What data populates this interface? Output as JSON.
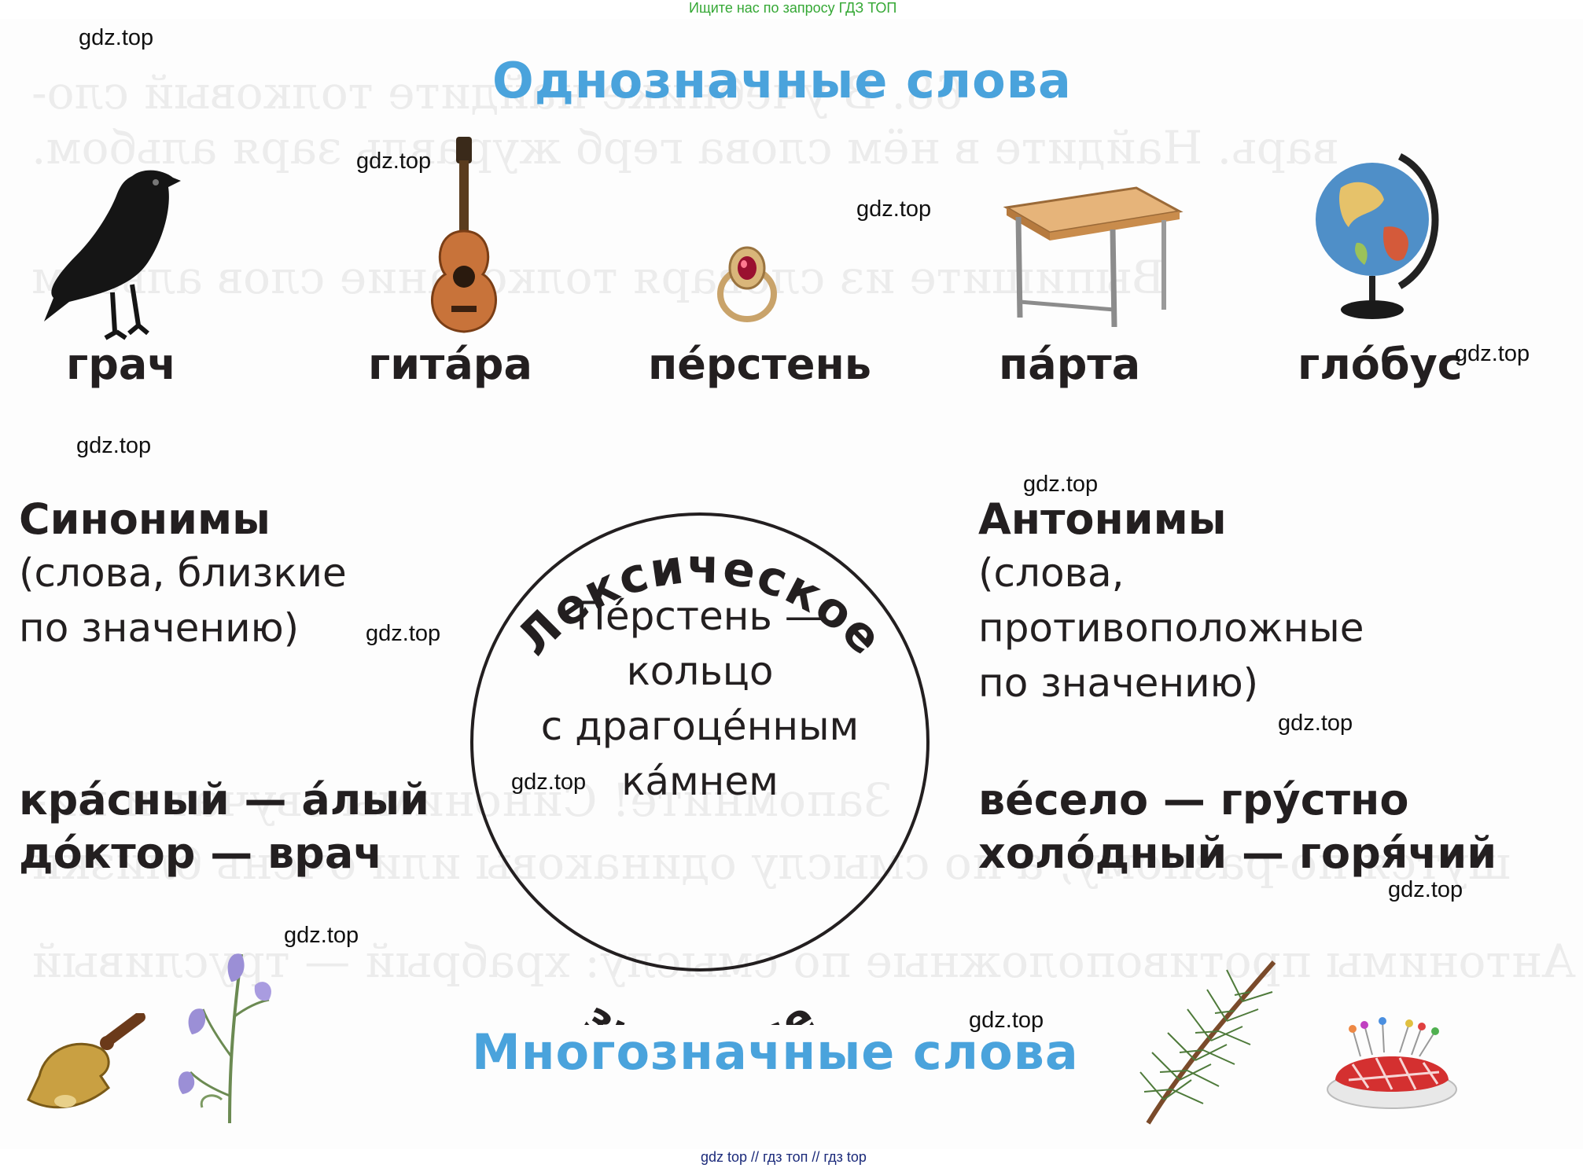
{
  "top_note": "Ищите нас по запросу ГДЗ ТОП",
  "bottom_note": "gdz top // гдз топ // гдз top",
  "watermark": "gdz.top",
  "monosemantic_heading": "Однозначные слова",
  "polysemantic_heading": "Многозначные слова",
  "words": [
    {
      "label": "грач",
      "icon": "rook-bird-icon"
    },
    {
      "label": "гита́ра",
      "icon": "guitar-icon"
    },
    {
      "label": "пе́рстень",
      "icon": "ring-icon"
    },
    {
      "label": "па́рта",
      "icon": "school-desk-icon"
    },
    {
      "label": "гло́бус",
      "icon": "globe-icon"
    }
  ],
  "circle": {
    "arc_top": "Лексическое",
    "arc_bottom": "значение",
    "definition": [
      "Пе́рстень —",
      "кольцо",
      "с драгоце́нным",
      "ка́мнем"
    ]
  },
  "synonyms": {
    "title": "Синонимы",
    "desc": [
      "(слова, близкие",
      "по значению)"
    ],
    "examples": [
      "кра́сный — а́лый",
      "до́ктор — врач"
    ]
  },
  "antonyms": {
    "title": "Антонимы",
    "desc": [
      "(слова,",
      "противоположные",
      "по значению)"
    ],
    "examples": [
      "ве́село — гру́стно",
      "холо́дный — горя́чий"
    ]
  },
  "bottom_icons": [
    "bell-icon",
    "bellflower-icon",
    "pine-branch-icon",
    "pincushion-icon"
  ]
}
